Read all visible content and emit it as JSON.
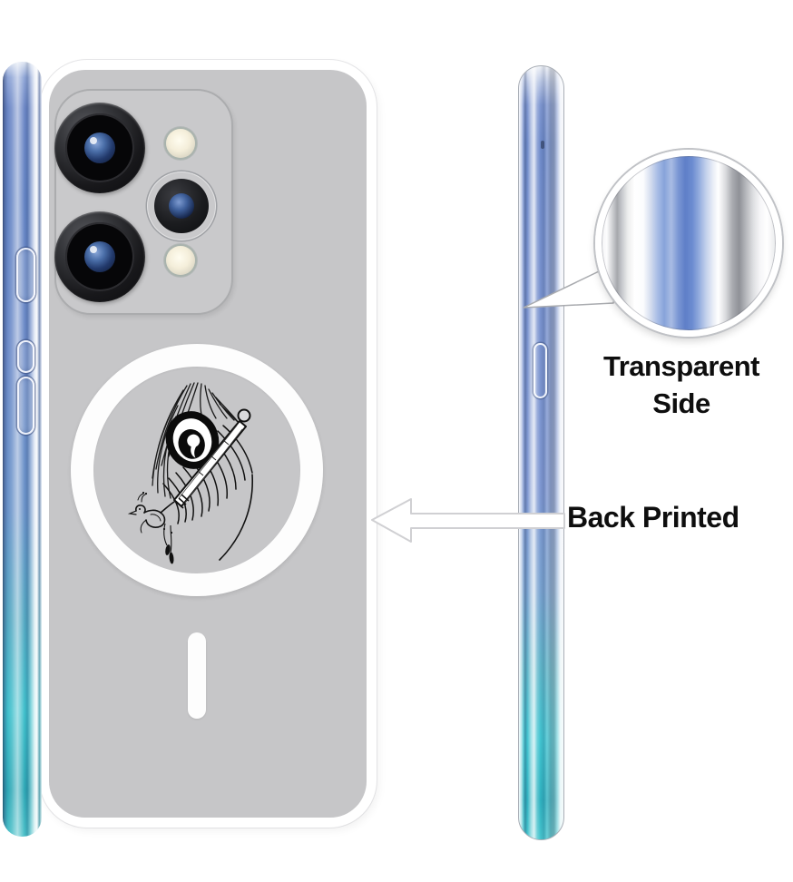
{
  "callouts": {
    "side": {
      "line1": "Transparent",
      "line2": "Side"
    },
    "back": {
      "label": "Back Printed"
    }
  },
  "colors": {
    "background": "#ffffff",
    "case_back_gray": "#c6c6c8",
    "camera_module_gray": "#c9c9cb",
    "phone_side_blue": "#7b94cf",
    "phone_side_teal": "#3fc0cc",
    "magsafe_ring_white": "#fdfdfd",
    "illustration_ink": "#111111",
    "label_text": "#0e0e0e",
    "arrow_fill": "#ffffff",
    "arrow_outline": "#d0d0d3"
  },
  "icons": {
    "back_design": "krishna-peacock-feather-flute",
    "magnifier_inset": "magnified-transparent-side-texture"
  }
}
